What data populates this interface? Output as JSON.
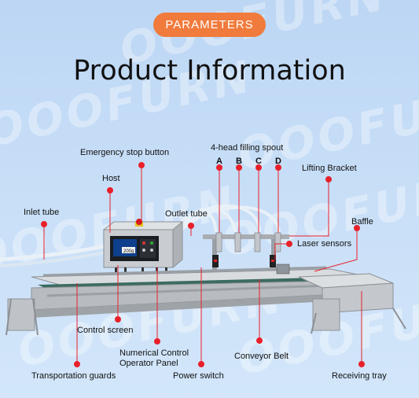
{
  "badge": {
    "text": "PARAMETERS",
    "color": "#f07b3c"
  },
  "title": "Product Information",
  "watermark": "OOOFURN",
  "accent_color": "#e8202a",
  "screen_readout": "200g",
  "callouts": {
    "emergency_stop": "Emergency stop button",
    "host": "Host",
    "inlet_tube": "Inlet tube",
    "outlet_tube": "Outlet tube",
    "filling_spout": "4-head filling spout",
    "lifting_bracket": "Lifting Bracket",
    "baffle": "Baffle",
    "laser_sensors": "Laser sensors",
    "control_screen": "Control screen",
    "operator_panel": "Numerical Control Operator Panel",
    "conveyor_belt": "Conveyor Belt",
    "transportation_guards": "Transportation guards",
    "power_switch": "Power switch",
    "receiving_tray": "Receiving tray"
  },
  "spout_letters": [
    "A",
    "B",
    "C",
    "D"
  ]
}
